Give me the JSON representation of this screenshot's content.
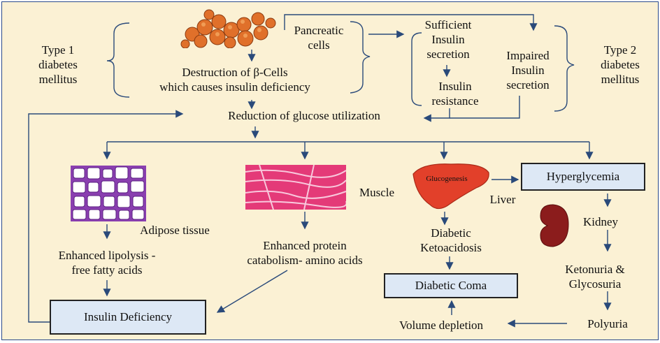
{
  "type1": {
    "line1": "Type 1",
    "line2": "diabetes",
    "line3": "mellitus"
  },
  "type2": {
    "line1": "Type 2",
    "line2": "diabetes",
    "line3": "mellitus"
  },
  "pancreatic": {
    "line1": "Pancreatic",
    "line2": "cells"
  },
  "destruction": {
    "line1": "Destruction of β-Cells",
    "line2": "which causes insulin deficiency"
  },
  "sufficient": {
    "line1": "Sufficient",
    "line2": "Insulin",
    "line3": "secretion"
  },
  "resistance": {
    "line1": "Insulin",
    "line2": "resistance"
  },
  "impaired": {
    "line1": "Impaired",
    "line2": "Insulin",
    "line3": "secretion"
  },
  "reduction": "Reduction of glucose utilization",
  "adipose": "Adipose tissue",
  "lipolysis": {
    "line1": "Enhanced lipolysis -",
    "line2": "free fatty acids"
  },
  "insulin_deficiency": "Insulin Deficiency",
  "muscle": "Muscle",
  "protein": {
    "line1": "Enhanced protein",
    "line2": "catabolism- amino acids"
  },
  "gluconeogenesis": "Glucogenesis",
  "liver": "Liver",
  "ketoacidosis": {
    "line1": "Diabetic",
    "line2": "Ketoacidosis"
  },
  "coma": "Diabetic Coma",
  "volume": "Volume depletion",
  "hyperglycemia": "Hyperglycemia",
  "kidney": "Kidney",
  "ketonuria": {
    "line1": "Ketonuria &",
    "line2": "Glycosuria"
  },
  "polyuria": "Polyuria",
  "colors": {
    "arrow": "#2a4a7a",
    "liver": "#e2402a",
    "kidney": "#8b1c1c",
    "adipose": "#8a3fb0",
    "muscle": "#e43a78",
    "beta_cells": "#e0702a"
  }
}
